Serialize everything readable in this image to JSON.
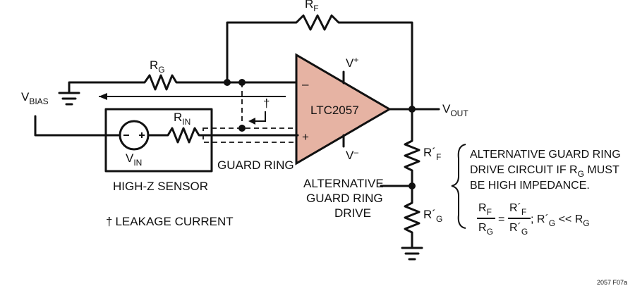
{
  "labels": {
    "rf": {
      "main": "R",
      "sub": "F"
    },
    "rg": {
      "main": "R",
      "sub": "G"
    },
    "rin": {
      "main": "R",
      "sub": "IN"
    },
    "vbias": {
      "main": "V",
      "sub": "BIAS"
    },
    "vin": {
      "main": "V",
      "sub": "IN"
    },
    "vout": {
      "main": "V",
      "sub": "OUT"
    },
    "vplus": {
      "main": "V",
      "sup": "+"
    },
    "vminus": {
      "main": "V",
      "sup": "–"
    },
    "opamp": "LTC2057",
    "minus_input": "–",
    "plus_input": "+",
    "rf_prime": {
      "main": "R´",
      "sub": "F"
    },
    "rg_prime": {
      "main": "R´",
      "sub": "G"
    },
    "dagger": "†",
    "guard_ring": "GUARD RING",
    "high_z_sensor": "HIGH-Z SENSOR",
    "leakage_dagger": "†",
    "leakage_current": "LEAKAGE CURRENT",
    "alt_drive": [
      "ALTERNATIVE",
      "GUARD RING",
      "DRIVE"
    ]
  },
  "note": {
    "lines": [
      "ALTERNATIVE GUARD RING",
      "DRIVE CIRCUIT IF R",
      "BE HIGH IMPEDANCE."
    ],
    "line2_sub": "G",
    "line2_tail": " MUST",
    "formula": {
      "num_left": {
        "main": "R",
        "sub": "F"
      },
      "den_left": {
        "main": "R",
        "sub": "G"
      },
      "eq": "=",
      "num_right": {
        "main": "R´",
        "sub": "F"
      },
      "den_right": {
        "main": "R´",
        "sub": "G"
      },
      "relation": ";  R´",
      "relation_sub": "G",
      "relation_tail": " << R",
      "relation_tail_sub": "G"
    }
  },
  "figure_code": "2057 F07a",
  "colors": {
    "opamp_fill": "#e6b3a3",
    "ink": "#111111"
  }
}
